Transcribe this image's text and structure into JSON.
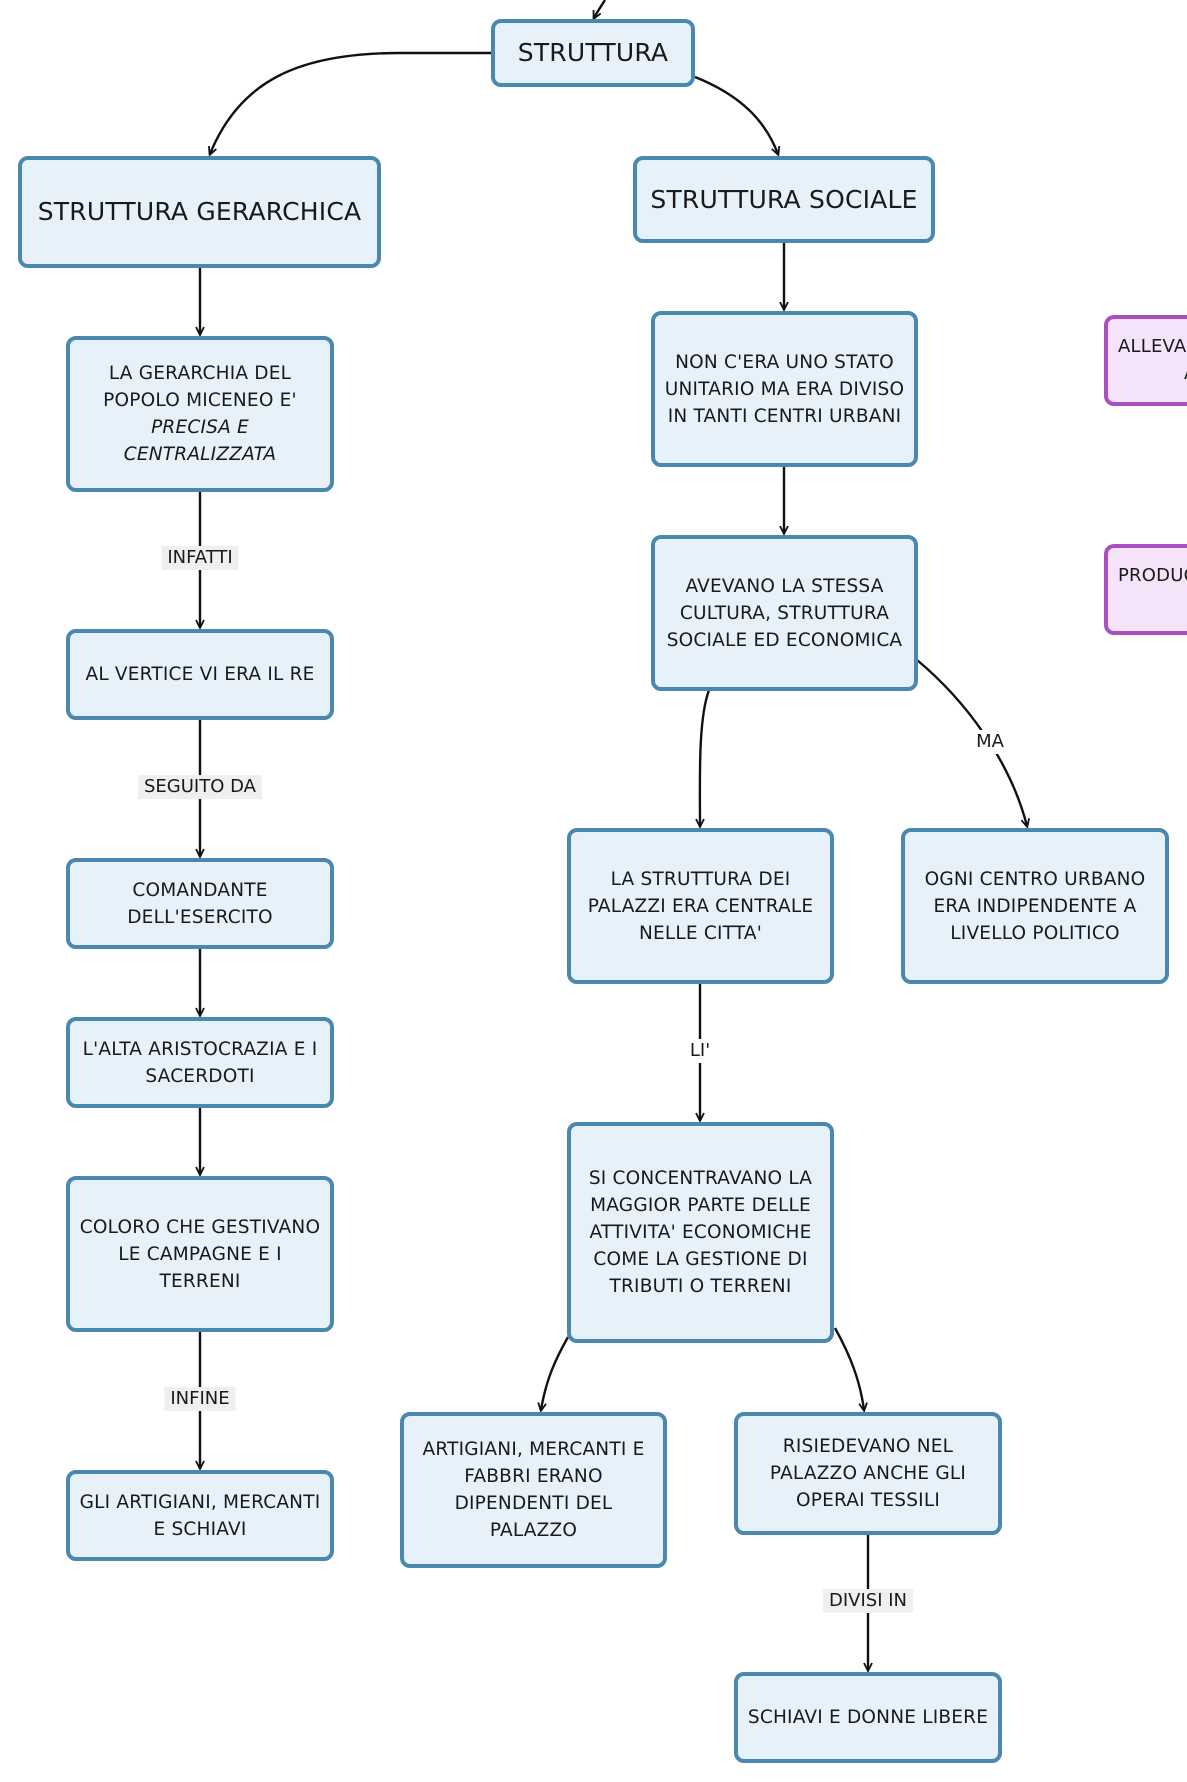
{
  "nodes": {
    "struttura": "STRUTTURA",
    "gerarchica": "STRUTTURA GERARCHICA",
    "sociale": "STRUTTURA SOCIALE",
    "gerarchia_popolo_a": "LA GERARCHIA DEL POPOLO MICENEO E'",
    "gerarchia_popolo_b": "PRECISA E CENTRALIZZATA",
    "vertice_re": "AL VERTICE VI ERA IL RE",
    "comandante": "COMANDANTE DELL'ESERCITO",
    "aristocrazia": "L'ALTA ARISTOCRAZIA E I SACERDOTI",
    "campagne": "COLORO CHE GESTIVANO LE CAMPAGNE E I TERRENI",
    "artigiani_schiavi": "GLI ARTIGIANI, MERCANTI E SCHIAVI",
    "stato_unitario": "NON C'ERA UNO STATO UNITARIO MA ERA DIVISO IN TANTI CENTRI URBANI",
    "stessa_cultura": "AVEVANO LA STESSA CULTURA, STRUTTURA SOCIALE ED ECONOMICA",
    "palazzi_centrale": "LA STRUTTURA DEI PALAZZI ERA CENTRALE NELLE CITTA'",
    "centro_indipendente": "OGNI CENTRO URBANO ERA INDIPENDENTE A LIVELLO POLITICO",
    "attivita_economiche": "SI CONCENTRAVANO LA MAGGIOR PARTE DELLE ATTIVITA' ECONOMICHE COME LA GESTIONE DI TRIBUTI O TERRENI",
    "dipendenti_palazzo": "ARTIGIANI, MERCANTI E FABBRI ERANO DIPENDENTI DEL PALAZZO",
    "operai_tessili": "RISIEDEVANO NEL PALAZZO ANCHE GLI OPERAI TESSILI",
    "schiavi_donne": "SCHIAVI E DONNE LIBERE",
    "alleva_a": "ALLEVA",
    "alleva_b": "A",
    "produc": "PRODUC"
  },
  "labels": {
    "infatti": "INFATTI",
    "seguito_da": "SEGUITO DA",
    "infine": "INFINE",
    "ma": "MA",
    "li": "LI'",
    "divisi_in": "DIVISI IN"
  },
  "colors": {
    "node_fill": "#e6f1fa",
    "node_border": "#4a88b0",
    "purple_fill": "#f5e3f9",
    "purple_border": "#a94fbf"
  }
}
